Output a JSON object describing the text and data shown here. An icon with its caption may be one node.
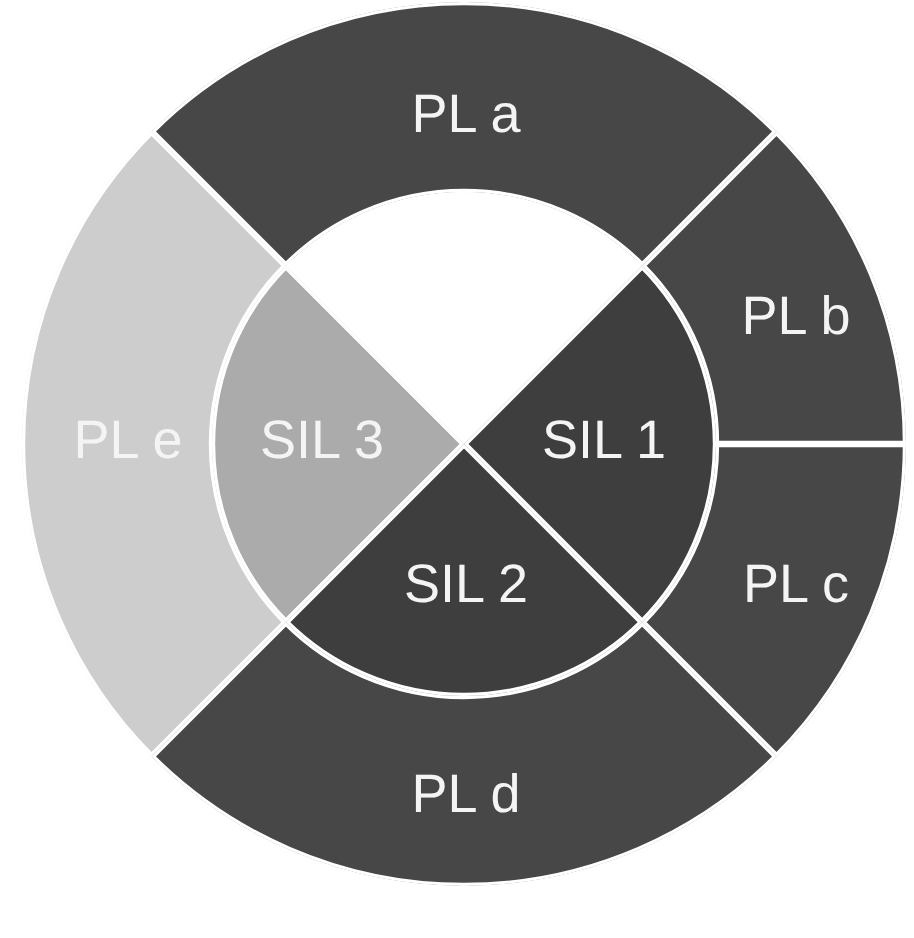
{
  "diagram": {
    "nodes": [
      {
        "text": [
          "PL a"
        ]
      },
      {
        "text": [
          "PL b"
        ]
      },
      {
        "text": [
          "PL e"
        ]
      },
      {
        "text": [
          "SIL 3"
        ]
      },
      {
        "text": [
          "SIL 1"
        ]
      },
      {
        "text": [
          "SIL 2"
        ]
      },
      {
        "text": [
          "PL c"
        ]
      },
      {
        "text": [
          "PL d"
        ]
      }
    ]
  }
}
